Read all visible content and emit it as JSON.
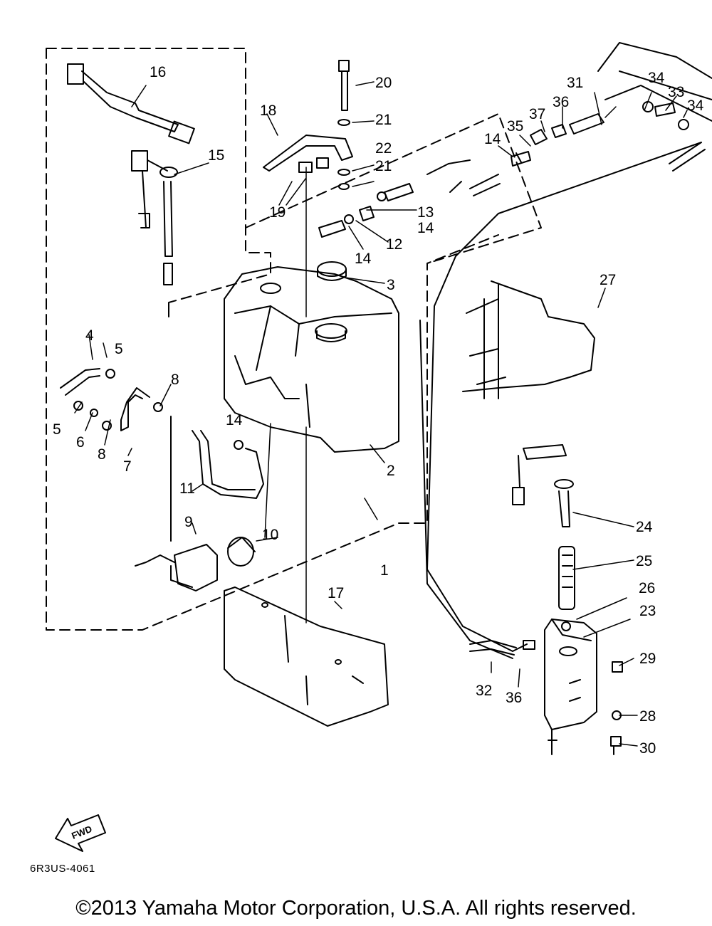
{
  "diagram_code": "6R3US-4061",
  "copyright": "©2013 Yamaha Motor Corporation, U.S.A. All rights reserved.",
  "fwd_label": "FWD",
  "colors": {
    "ink": "#000000",
    "paper": "#ffffff"
  },
  "labels": {
    "p1": "1",
    "p2": "2",
    "p3": "3",
    "p4": "4",
    "p5a": "5",
    "p5b": "5",
    "p6": "6",
    "p7": "7",
    "p8a": "8",
    "p8b": "8",
    "p9": "9",
    "p10": "10",
    "p11": "11",
    "p12": "12",
    "p13": "13",
    "p14a": "14",
    "p14b": "14",
    "p14c": "14",
    "p14d": "14",
    "p15": "15",
    "p16": "16",
    "p17": "17",
    "p18": "18",
    "p19": "19",
    "p20": "20",
    "p21a": "21",
    "p21b": "21",
    "p22": "22",
    "p23": "23",
    "p24": "24",
    "p25": "25",
    "p26": "26",
    "p27": "27",
    "p28": "28",
    "p29": "29",
    "p30": "30",
    "p31": "31",
    "p32": "32",
    "p33": "33",
    "p34a": "34",
    "p34b": "34",
    "p35": "35",
    "p36a": "36",
    "p36b": "36",
    "p37": "37"
  }
}
